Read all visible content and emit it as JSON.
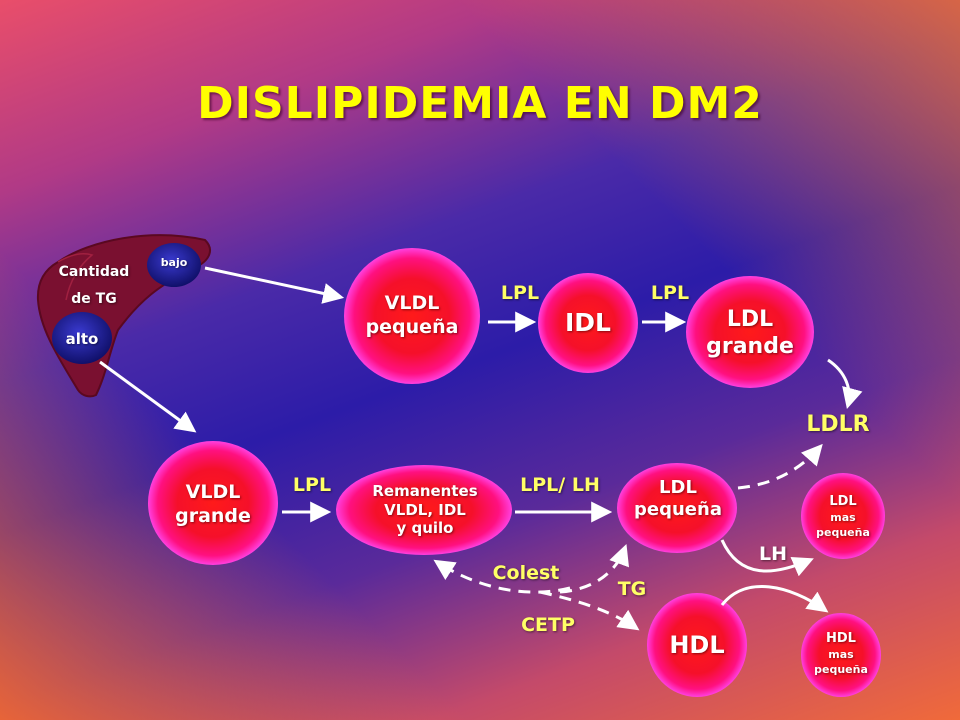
{
  "title": "DISLIPIDEMIA EN DM2",
  "liver": {
    "bajo": "bajo",
    "cantidad_line1": "Cantidad",
    "cantidad_line2": "de TG",
    "alto": "alto"
  },
  "nodes": {
    "vldl_pequena": {
      "line1": "VLDL",
      "line2": "pequeña"
    },
    "idl": {
      "line1": "IDL"
    },
    "ldl_grande": {
      "line1": "LDL",
      "line2": "grande"
    },
    "vldl_grande": {
      "line1": "VLDL",
      "line2": "grande"
    },
    "remanentes": {
      "line1": "Remanentes",
      "line2": "VLDL, IDL",
      "line3": "y quilo"
    },
    "ldl_pequena": {
      "line1": "LDL",
      "line2": "pequeña"
    },
    "ldl_mas_pequena": {
      "line1": "LDL",
      "line2": "mas",
      "line3": "pequeña"
    },
    "hdl": {
      "line1": "HDL"
    },
    "hdl_mas_pequena": {
      "line1": "HDL",
      "line2": "mas",
      "line3": "pequeña"
    }
  },
  "labels": {
    "lpl_1": "LPL",
    "lpl_2": "LPL",
    "ldlr": "LDLR",
    "lpl_3": "LPL",
    "lpl_lh": "LPL/ LH",
    "lh": "LH",
    "colest": "Colest",
    "tg": "TG",
    "cetp": "CETP"
  },
  "colors": {
    "title": "#ffff00",
    "arrow": "#ffffff",
    "node_center": "#ff2020",
    "node_edge": "#ff00c8",
    "liver": "#7a1030",
    "liver_dot": "#1a1a8a"
  }
}
